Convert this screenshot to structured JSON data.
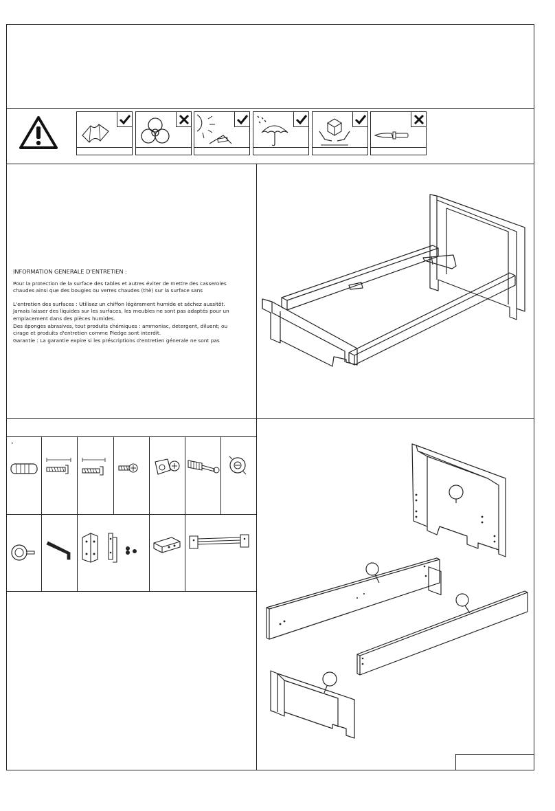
{
  "care_icons": [
    {
      "name": "soft-cloth",
      "status": "allowed"
    },
    {
      "name": "chemical-hazard",
      "status": "forbidden"
    },
    {
      "name": "sunlight",
      "status": "allowed"
    },
    {
      "name": "rain-humidity",
      "status": "allowed"
    },
    {
      "name": "fragile-handling",
      "status": "allowed"
    },
    {
      "name": "sharp-knife",
      "status": "forbidden"
    }
  ],
  "info": {
    "title": "INFORMATION GENERALE D'ENTRETIEN :",
    "para1": "Pour la protection de la surface des tables et autres éviter de mettre des casseroles\nchaudes ainsi que des bougies ou verres chaudes (thè) sur la surface sans",
    "para2": "L'entretien des surfaces : Utilisez un chiffon légèrement humide et séchez aussitôt.\nJamais laisser des liquides sur les surfaces, les meubles ne sont pas adaptés pour un\nemplacement dans des pièces humides.\nDes éponges abrasives, tout produits chémiques : ammoniac, detergent, diluent; ou\ncirage et produits d'entretien comme Pledge sont interdit.\nGarantie : La garantie expire si les préscriptions d'entretien génerale ne sont pas"
  },
  "hardware": {
    "first_cell_mark": "•",
    "row1": [
      "wooden-dowel",
      "long-screw",
      "screw",
      "short-screw",
      "cam-bolt-barrel",
      "wall-plug-bolt",
      "cam-lock"
    ],
    "row2": [
      "knob",
      "allen-key",
      "hinge-brackets-screws",
      "angle-bracket",
      "metal-rail"
    ]
  }
}
